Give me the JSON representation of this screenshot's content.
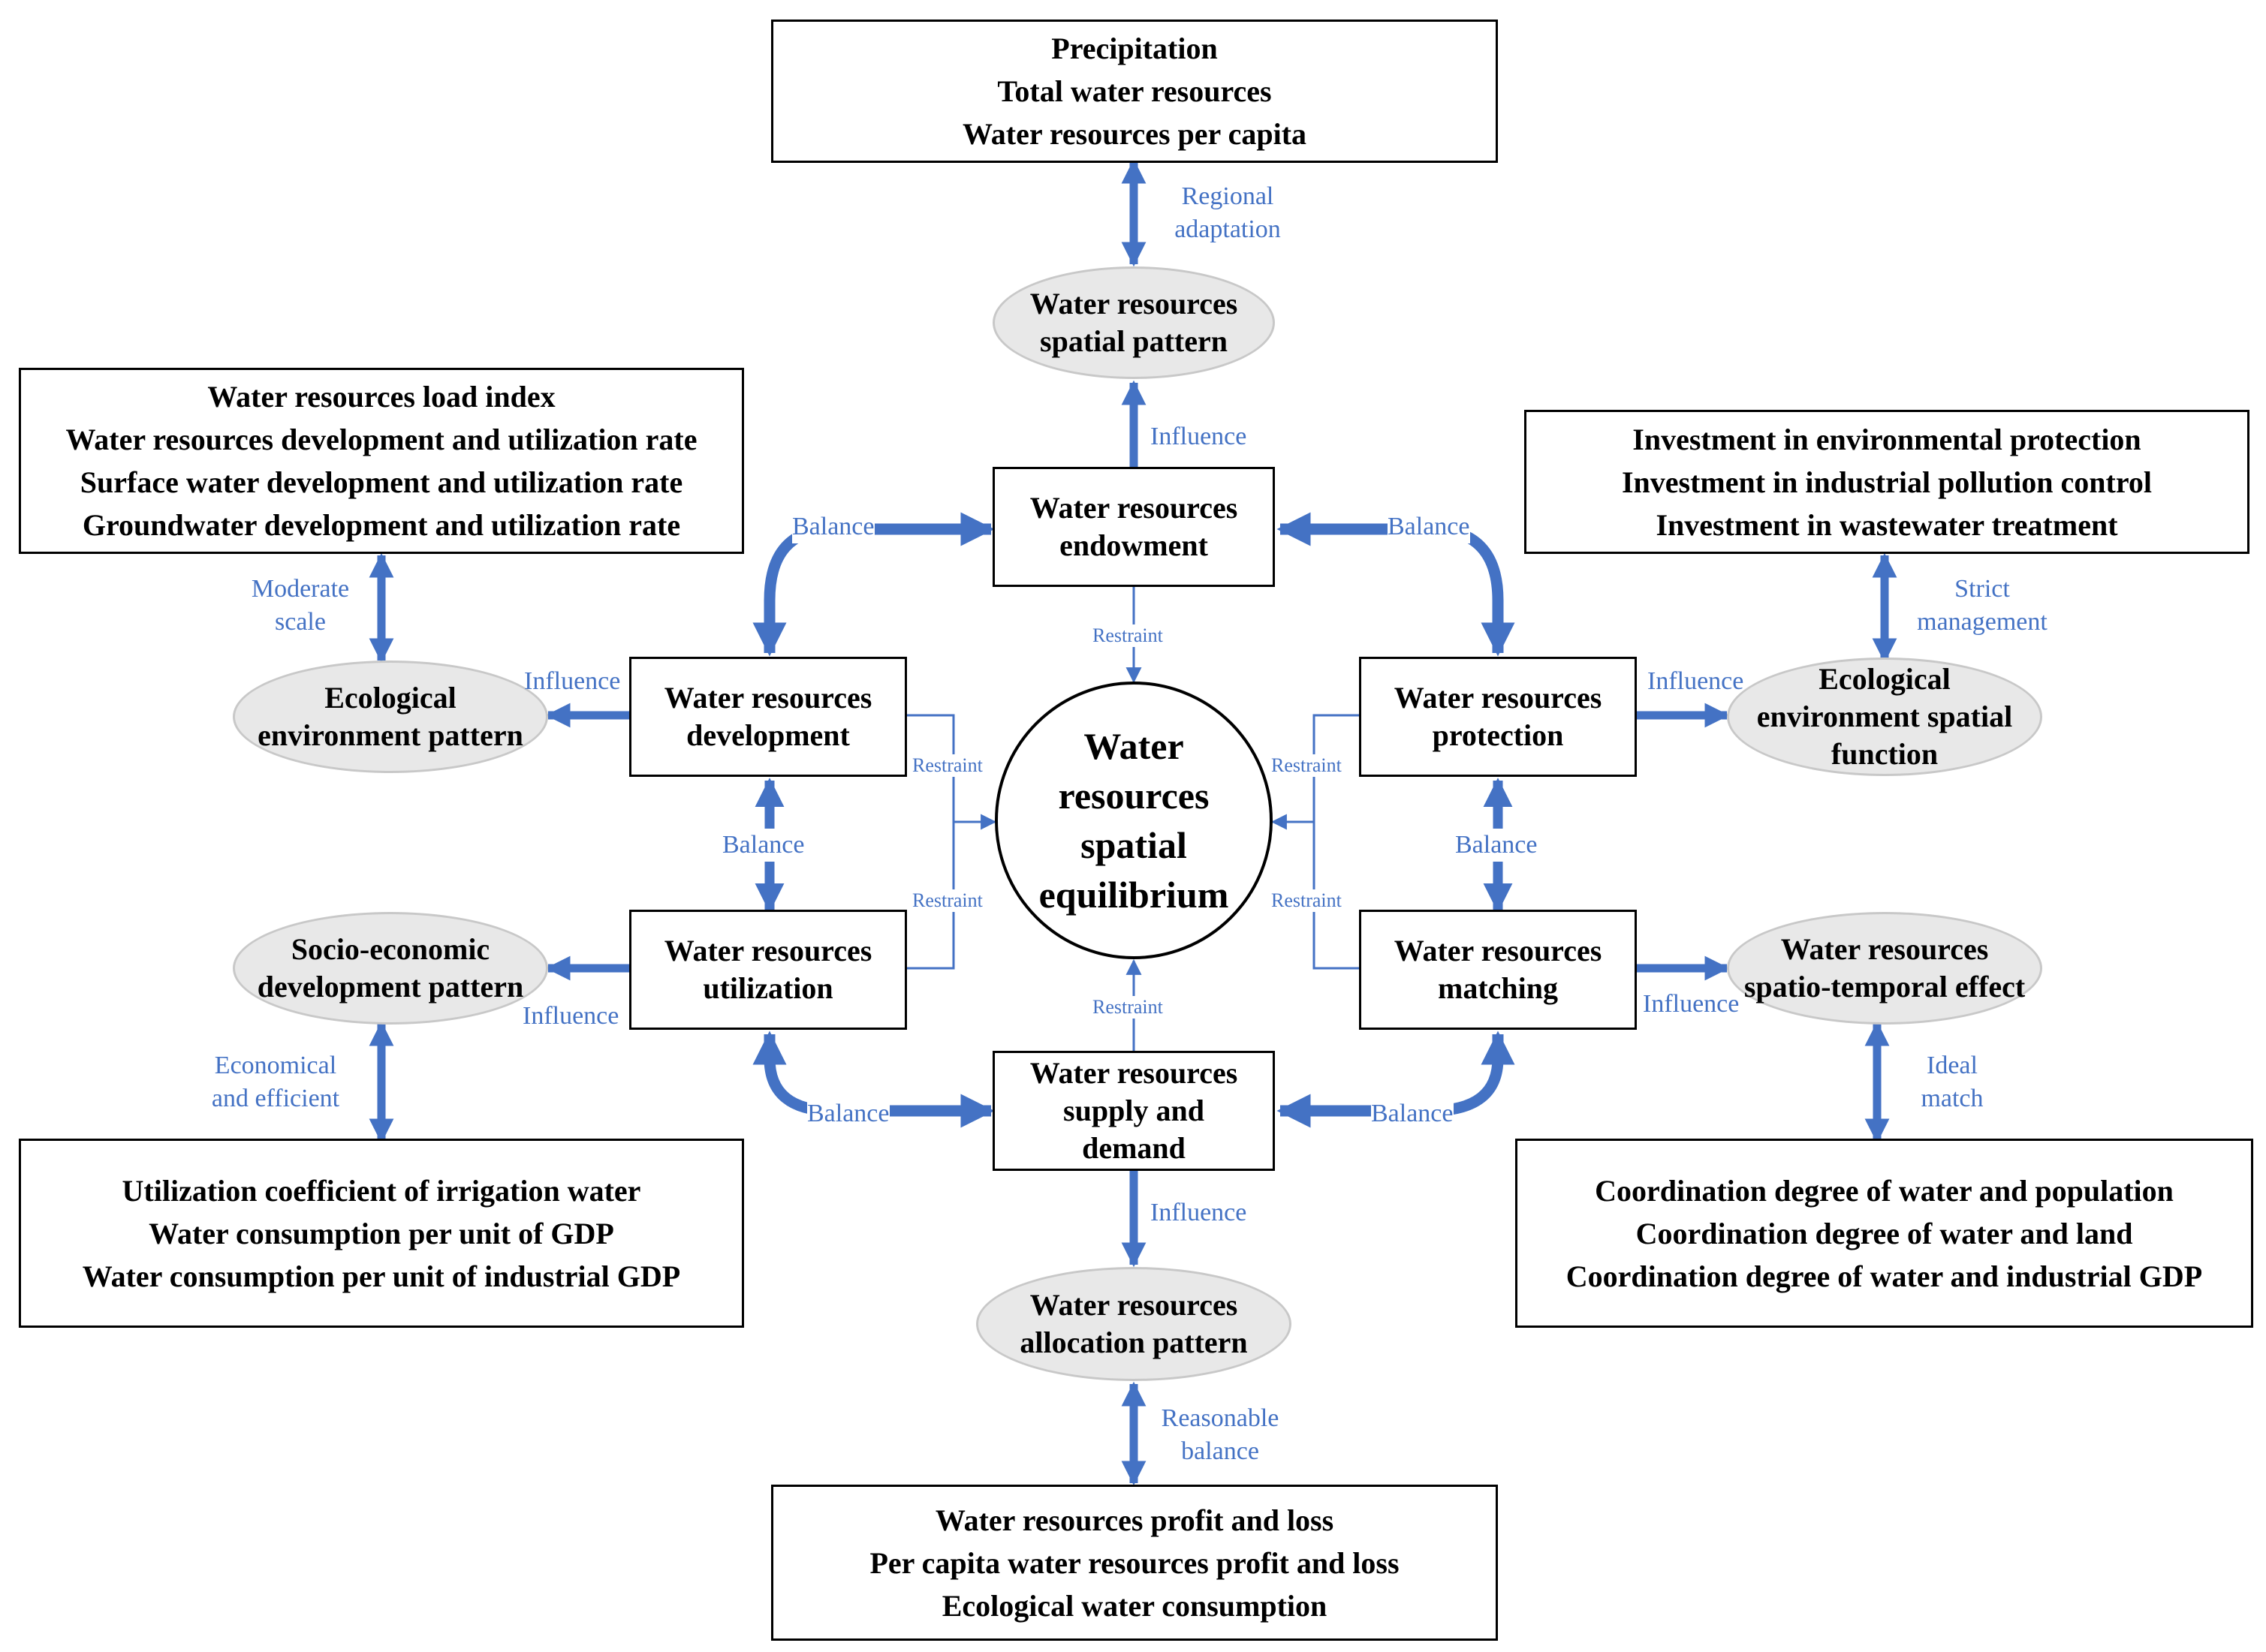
{
  "colors": {
    "arrow": "#4472C4",
    "label": "#4472C4",
    "ellipse_fill": "#e8e8e8",
    "ellipse_border": "#c8c8c8",
    "box_border": "#000000"
  },
  "center": {
    "lines": [
      "Water",
      "resources",
      "spatial",
      "equilibrium"
    ]
  },
  "inner_boxes": {
    "endowment": [
      "Water resources",
      "endowment"
    ],
    "development": [
      "Water resources",
      "development"
    ],
    "protection": [
      "Water resources",
      "protection"
    ],
    "utilization": [
      "Water resources",
      "utilization"
    ],
    "matching": [
      "Water resources",
      "matching"
    ],
    "supply": [
      "Water resources",
      "supply and",
      "demand"
    ]
  },
  "patterns": {
    "spatial": [
      "Water resources",
      "spatial pattern"
    ],
    "eco_env": [
      "Ecological",
      "environment pattern"
    ],
    "eco_func": [
      "Ecological",
      "environment spatial",
      "function"
    ],
    "socio": [
      "Socio-economic",
      "development pattern"
    ],
    "spatio_temporal": [
      "Water resources",
      "spatio-temporal effect"
    ],
    "allocation": [
      "Water resources",
      "allocation pattern"
    ]
  },
  "indicators": {
    "top": [
      "Precipitation",
      "Total water resources",
      "Water resources per capita"
    ],
    "left_top": [
      "Water resources load index",
      "Water resources development and utilization rate",
      "Surface water development and utilization rate",
      "Groundwater development and utilization rate"
    ],
    "right_top": [
      "Investment in environmental protection",
      "Investment in industrial pollution control",
      "Investment in wastewater treatment"
    ],
    "left_bottom": [
      "Utilization coefficient of irrigation water",
      "Water consumption per unit of  GDP",
      "Water consumption per unit of industrial GDP"
    ],
    "right_bottom": [
      "Coordination degree of water and population",
      "Coordination degree of water and land",
      "Coordination degree of water and industrial GDP"
    ],
    "bottom": [
      "Water resources profit and loss",
      "Per capita water resources profit and loss",
      "Ecological water consumption"
    ]
  },
  "relation_labels": {
    "regional_adaptation": [
      "Regional",
      "adaptation"
    ],
    "moderate_scale": [
      "Moderate",
      "scale"
    ],
    "strict_management": [
      "Strict",
      "management"
    ],
    "economical_efficient": [
      "Economical",
      "and efficient"
    ],
    "ideal_match": [
      "Ideal",
      "match"
    ],
    "reasonable_balance": [
      "Reasonable",
      "balance"
    ],
    "influence": "Influence",
    "balance": "Balance",
    "restraint": "Restraint"
  }
}
